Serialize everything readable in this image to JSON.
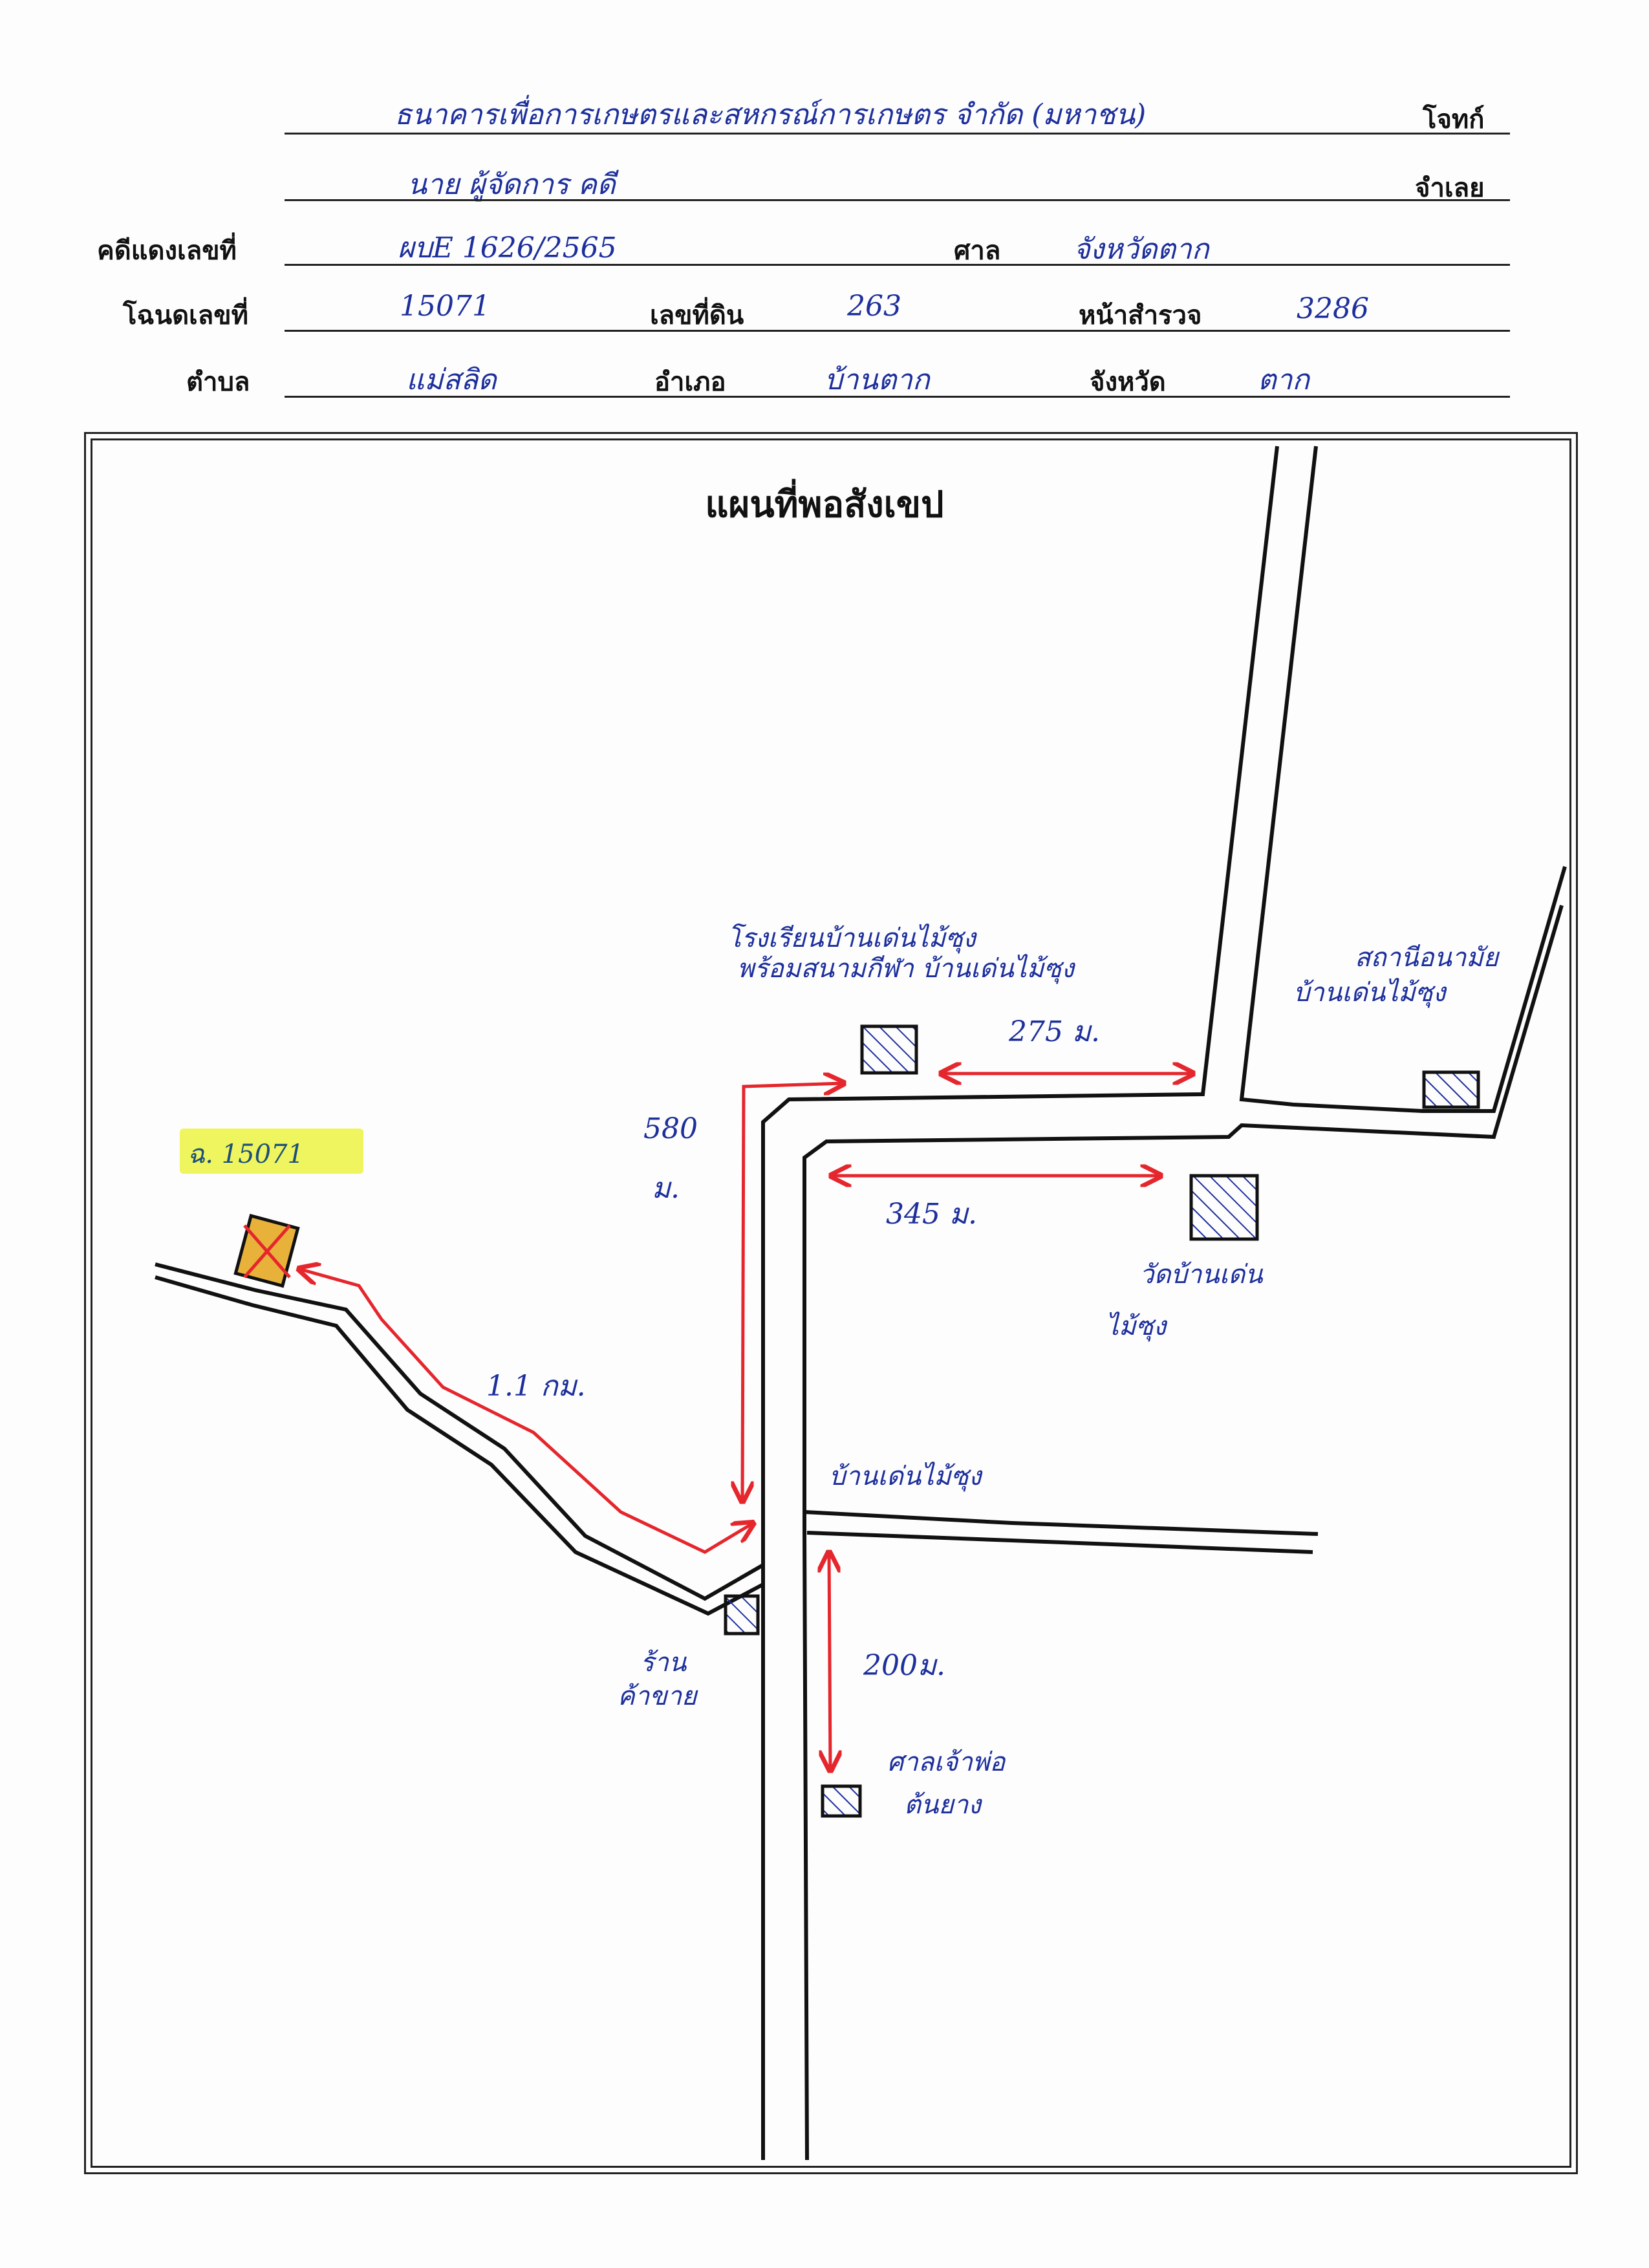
{
  "header": {
    "plaintiff_label": "โจทก์",
    "defendant_label": "จำเลย",
    "black_case_label": "คดีแดงเลขที่",
    "court_label": "ศาล",
    "deed_label": "โฉนดเลขที่",
    "land_no_label": "เลขที่ดิน",
    "survey_page_label": "หน้าสำรวจ",
    "subdistrict_label": "ตำบล",
    "district_label": "อำเภอ",
    "province_label": "จังหวัด"
  },
  "filled": {
    "plaintiff": "ธนาคารเพื่อการเกษตรและสหกรณ์การเกษตร จำกัด (มหาชน)",
    "defendant": "นาย ผู้จัดการ คดี",
    "case_no": "ผบE 1626/2565",
    "court": "จังหวัดตาก",
    "deed_no": "15071",
    "land_no": "263",
    "survey_page": "3286",
    "subdistrict": "แม่สลิด",
    "district": "บ้านตาก",
    "province": "ตาก"
  },
  "map": {
    "title": "แผนที่พอสังเขป",
    "parcel_tag": "ฉ. 15071",
    "labels": {
      "school": "โรงเรียนบ้านเด่นไม้ซุง",
      "school_line2": "พร้อมสนามกีฬา บ้านเด่นไม้ซุง",
      "health_center": "สถานีอนามัย",
      "health_center_line2": "บ้านเด่นไม้ซุง",
      "temple": "วัดบ้านเด่น",
      "temple_line2": "ไม้ซุง",
      "village": "บ้านเด่นไม้ซุง",
      "shop": "ร้าน",
      "shop_line2": "ค้าขาย",
      "shrine": "ศาลเจ้าพ่อ",
      "shrine_line2": "ต้นยาง"
    },
    "distances": {
      "d275": "275 ม.",
      "d580": "580",
      "d580_unit": "ม.",
      "d345": "345 ม.",
      "d1_1km": "1.1 กม.",
      "d200": "200ม."
    }
  },
  "colors": {
    "ink_blue": "#1d2f9c",
    "route_red": "#e5262d",
    "highlight_yellow": "#eef55e",
    "parcel_fill": "#e8b23a"
  }
}
